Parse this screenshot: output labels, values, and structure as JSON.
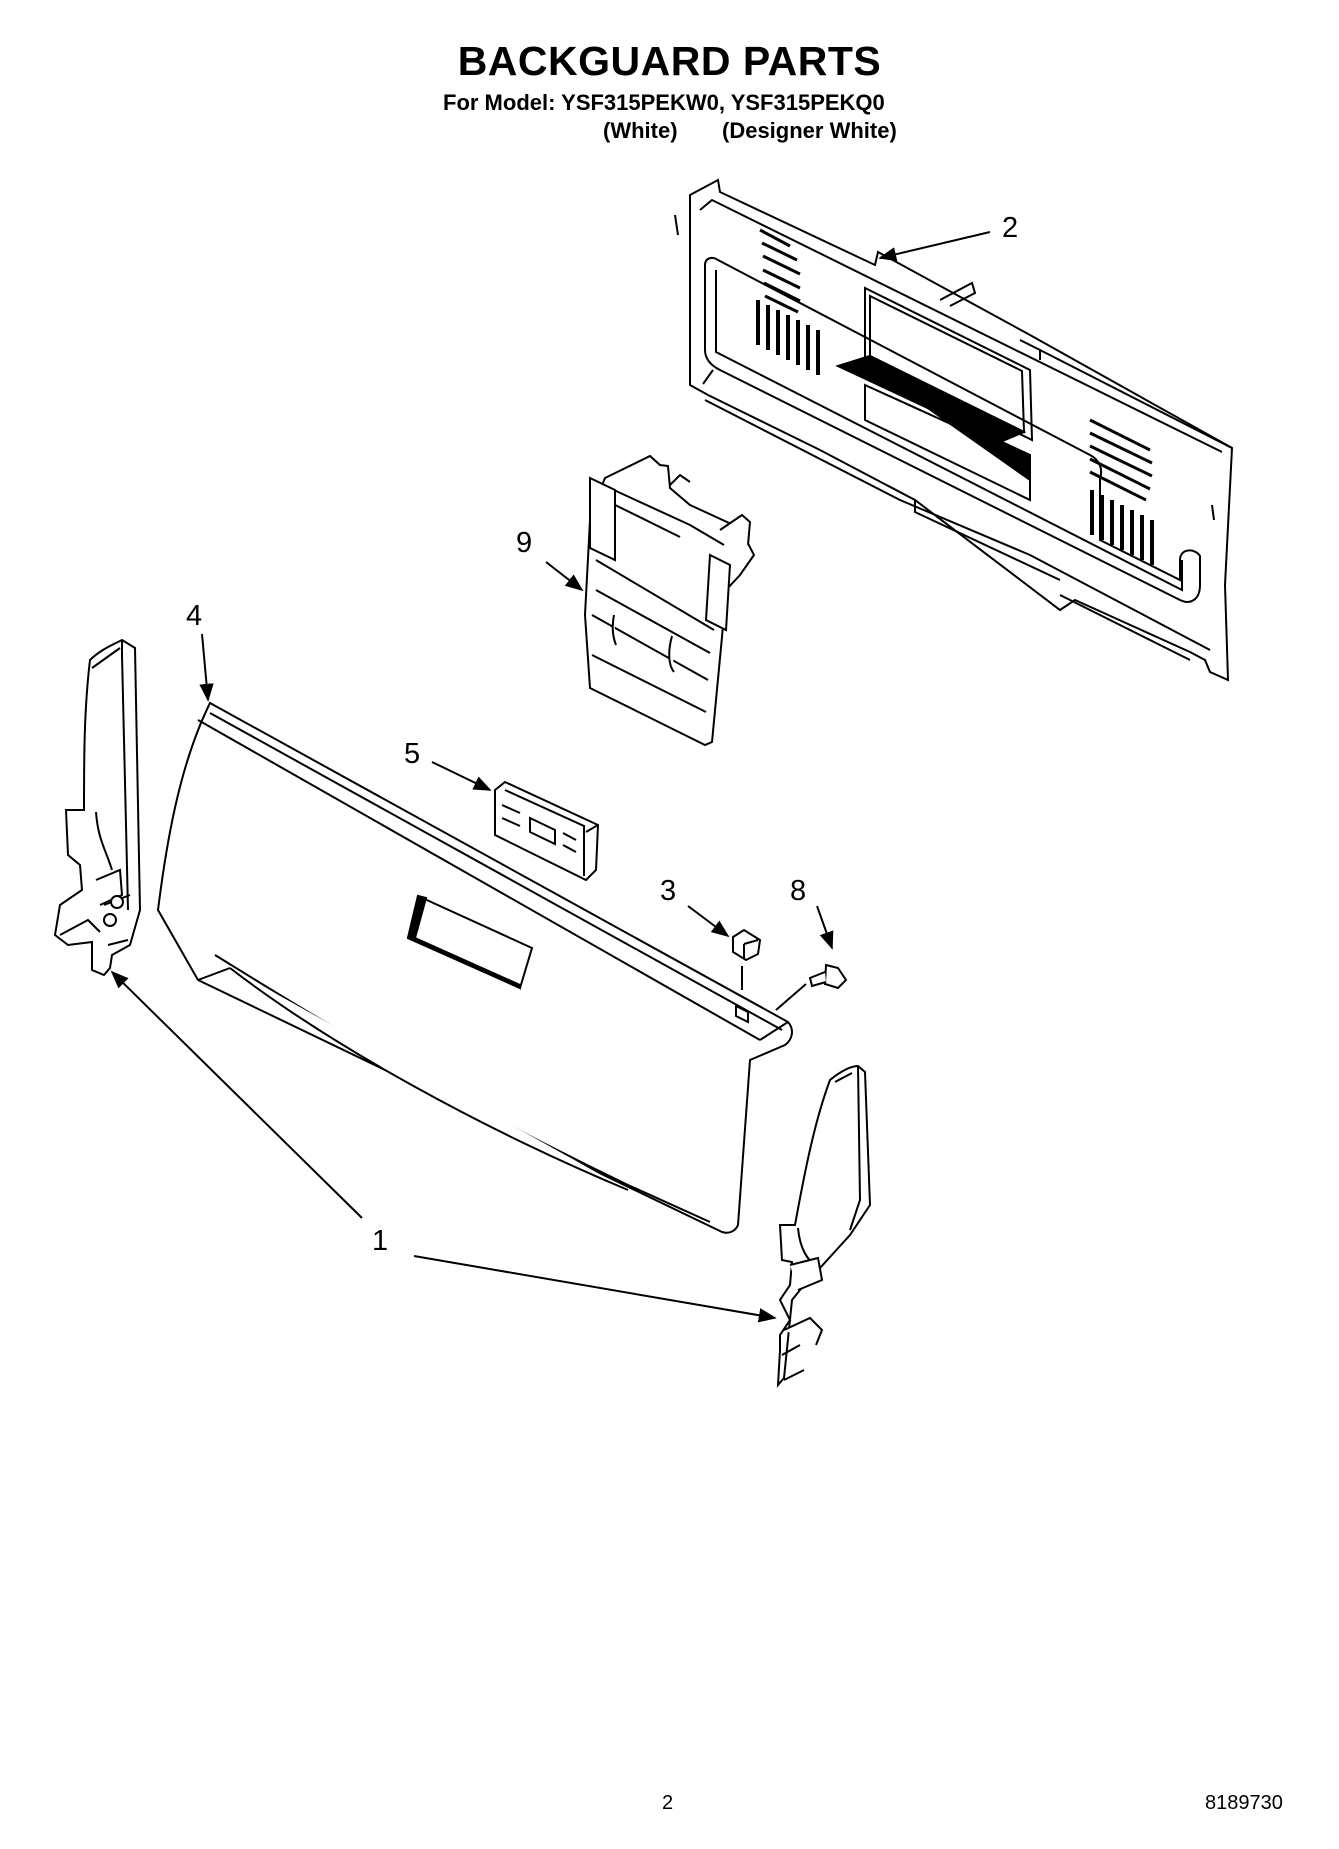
{
  "header": {
    "title": "BACKGUARD PARTS",
    "model_line": "For Model: YSF315PEKW0, YSF315PEKQ0",
    "variant_white": "(White)",
    "variant_designer": "(Designer White)"
  },
  "callouts": {
    "c1": "1",
    "c2": "2",
    "c3": "3",
    "c4": "4",
    "c5": "5",
    "c8": "8",
    "c9": "9"
  },
  "footer": {
    "page_number": "2",
    "document_number": "8189730"
  }
}
